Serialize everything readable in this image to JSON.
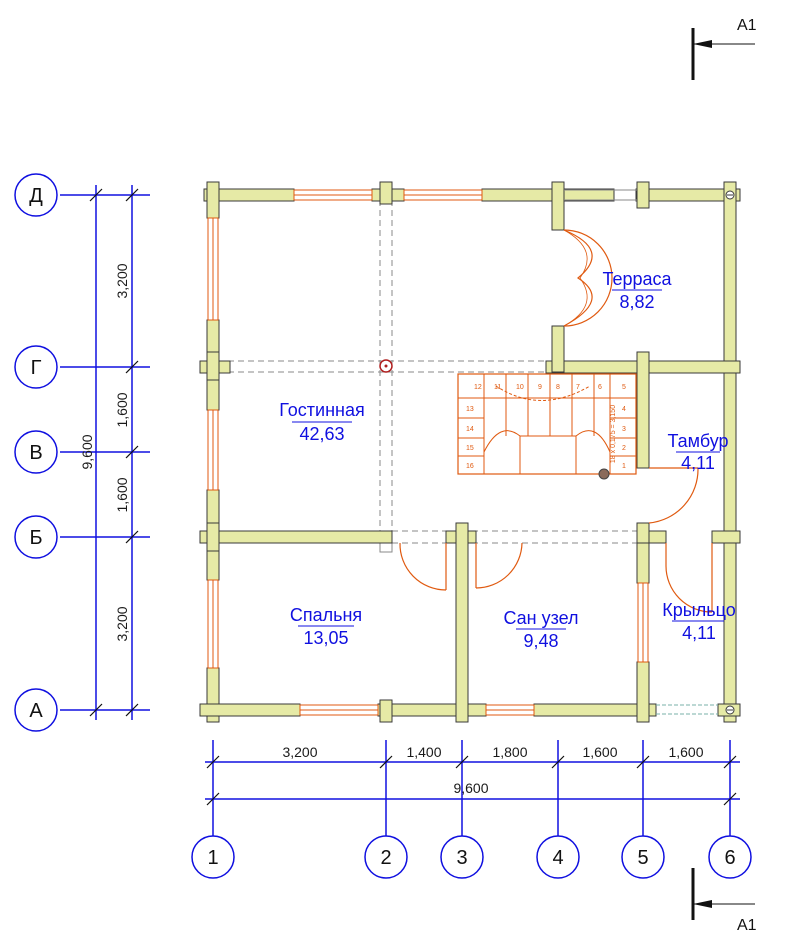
{
  "section_marks": {
    "top": "A1",
    "bottom": "A1"
  },
  "row_axes": [
    "Д",
    "Г",
    "В",
    "Б",
    "А"
  ],
  "column_axes": [
    "1",
    "2",
    "3",
    "4",
    "5",
    "6"
  ],
  "vertical_dimensions": {
    "total": "9,600",
    "segments": [
      "3,200",
      "1,600",
      "1,600",
      "3,200"
    ]
  },
  "horizontal_dimensions": {
    "total": "9,600",
    "segments": [
      "3,200",
      "1,400",
      "1,800",
      "1,600",
      "1,600"
    ]
  },
  "rooms": [
    {
      "name": "Терраса",
      "area": "8,82"
    },
    {
      "name": "Гостинная",
      "area": "42,63"
    },
    {
      "name": "Тамбур",
      "area": "4,11"
    },
    {
      "name": "Спальня",
      "area": "13,05"
    },
    {
      "name": "Сан узел",
      "area": "9,48"
    },
    {
      "name": "Крыльцо",
      "area": "4,11"
    }
  ],
  "stair": {
    "label": "18 x 0,175 = 3,150",
    "steps_upper": [
      "12",
      "11",
      "10",
      "9",
      "8",
      "7",
      "6",
      "5"
    ],
    "steps_right": [
      "4",
      "3",
      "2",
      "1"
    ],
    "steps_left": [
      "13",
      "14",
      "15",
      "16"
    ]
  },
  "colors": {
    "wall": "#e6eaa6",
    "wall_outline": "#3a3a3a",
    "dimension": "#1010e0",
    "opening": "#e05a10",
    "room_text": "#1010e0",
    "hidden_line": "#8a8a8a"
  }
}
